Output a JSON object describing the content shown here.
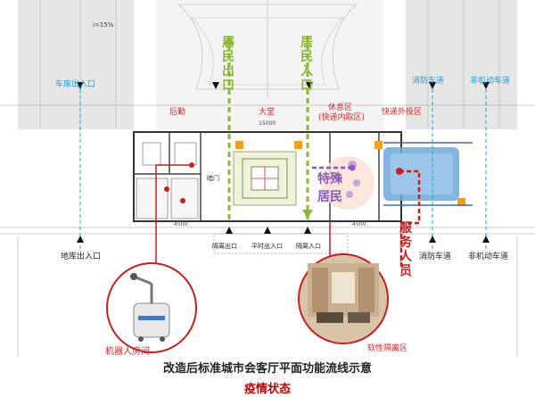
{
  "labels": {
    "garage_exit_top": "车库出入口",
    "fire_lane_top": "消防车道",
    "nonmotor_top": "非机动车道",
    "rear_service": "后勤",
    "lobby": "大堂",
    "rest_area": "休息区",
    "courier_inner": "(快递内取区)",
    "courier_outer": "快递外投区",
    "resident_exit": "居民出口",
    "resident_entry": "居民入口",
    "special_residents": "特殊居民",
    "service_staff": "服务人员",
    "robot_room": "机器人房间",
    "soft_isolation": "软性隔离区",
    "garage_exit_bottom": "地库出入口",
    "isolation_exit": "隔离出口",
    "normal_entry": "平时出入口",
    "isolation_entry": "隔离入口",
    "fire_lane_bottom": "消防车道",
    "nonmotor_bottom": "非机动车道",
    "dark_door": "暗门",
    "dim_top": "15000",
    "dim_left": "4500",
    "dim_right": "4500",
    "slope": "i=15%"
  },
  "caption": {
    "title": "改造后标准城市会客厅平面功能流线示意",
    "subtitle": "疫情状态"
  },
  "colors": {
    "green_flow": "#8cb82f",
    "purple_flow": "#8a5ab8",
    "red_flow": "#c81e1e",
    "blue_label": "#1aa0d8",
    "red_label": "#e02020",
    "courier_blue": "#6fa8dc"
  }
}
